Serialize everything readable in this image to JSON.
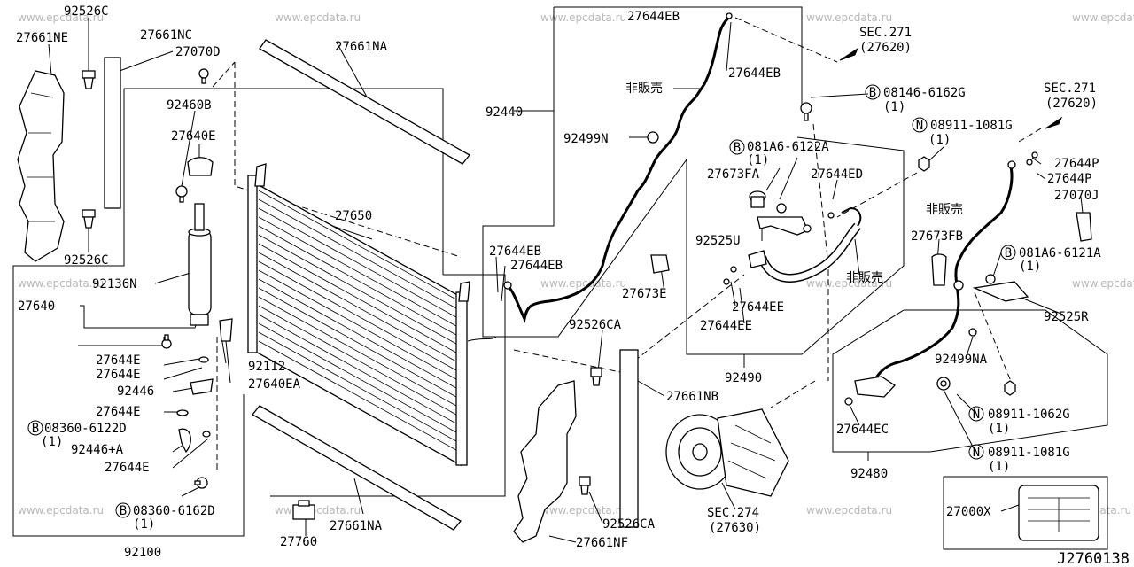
{
  "watermark": "www.epcdata.ru",
  "diagram_ref": "J2760138",
  "labels": {
    "l92526c_top": "92526C",
    "l27661ne": "27661NE",
    "l27661nc": "27661NC",
    "l27070d": "27070D",
    "l27661na_top": "27661NA",
    "l92460b": "92460B",
    "l27640e": "27640E",
    "l92526c_mid": "92526C",
    "l27650": "27650",
    "l92136n": "92136N",
    "l27640": "27640",
    "l27644e_1": "27644E",
    "l27644e_2": "27644E",
    "l92446": "92446",
    "l27644e_3": "27644E",
    "l08360_6122d": "08360-6122D",
    "l08360_6122d_qty": "(1)",
    "l92446a": "92446+A",
    "l27644e_4": "27644E",
    "l92112": "92112",
    "l27640ea": "27640EA",
    "l08360_6162d": "08360-6162D",
    "l08360_6162d_qty": "(1)",
    "l92100": "92100",
    "l27661na_bot": "27661NA",
    "l27760": "27760",
    "l27644eb_top": "27644EB",
    "l27644eb_mid": "27644EB",
    "l27644eb_a": "27644EB",
    "l27644eb_b": "27644EB",
    "l92440": "92440",
    "nonsale_1": "非販売",
    "nonsale_2": "非販売",
    "nonsale_3": "非販売",
    "l92499n": "92499N",
    "l27673e": "27673E",
    "l92526ca_top": "92526CA",
    "l92526ca_bot": "92526CA",
    "l27661nb": "27661NB",
    "l27661nf": "27661NF",
    "sec271_a": "SEC.271",
    "sec271_a_sub": "(27620)",
    "sec271_b": "SEC.271",
    "sec271_b_sub": "(27620)",
    "l08146_6162g": "08146-6162G",
    "l08146_6162g_qty": "(1)",
    "l081a6_6122a": "081A6-6122A",
    "l081a6_6122a_qty": "(1)",
    "l27673fa": "27673FA",
    "l27644ed": "27644ED",
    "l92525u": "92525U",
    "l27644ee_1": "27644EE",
    "l27644ee_2": "27644EE",
    "l92490": "92490",
    "l08911_1081g_top": "08911-1081G",
    "l08911_1081g_top_qty": "(1)",
    "l27644p_1": "27644P",
    "l27644p_2": "27644P",
    "l27070j": "27070J",
    "l27673fb": "27673FB",
    "l081a6_6121a": "081A6-6121A",
    "l081a6_6121a_qty": "(1)",
    "l92525r": "92525R",
    "l92499na": "92499NA",
    "l27644ec": "27644EC",
    "l08911_1062g": "08911-1062G",
    "l08911_1062g_qty": "(1)",
    "l08911_1081g_bot": "08911-1081G",
    "l08911_1081g_bot_qty": "(1)",
    "l92480": "92480",
    "l27000x": "27000X",
    "sec274": "SEC.274",
    "sec274_sub": "(27630)",
    "bolt_b": "B",
    "nut_n": "N"
  }
}
